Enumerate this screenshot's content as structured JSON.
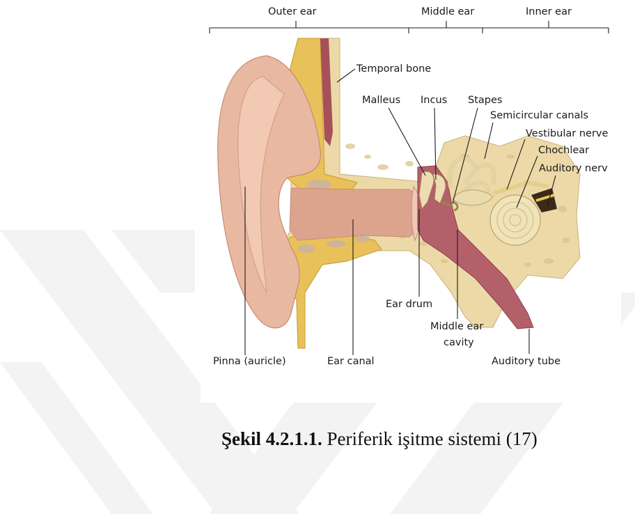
{
  "sections": {
    "outer_ear": "Outer ear",
    "middle_ear": "Middle ear",
    "inner_ear": "Inner ear"
  },
  "labels": {
    "temporal_bone": "Temporal bone",
    "malleus": "Malleus",
    "incus": "Incus",
    "stapes": "Stapes",
    "semicircular_canals": "Semicircular canals",
    "vestibular_nerve": "Vestibular nerve",
    "chochlear": "Chochlear",
    "auditory_nerv": "Auditory nerv",
    "pinna": "Pinna (auricle)",
    "ear_canal": "Ear canal",
    "ear_drum": "Ear drum",
    "middle_ear_cavity_line1": "Middle ear",
    "middle_ear_cavity_line2": "cavity",
    "auditory_tube": "Auditory tube"
  },
  "caption": {
    "number": "Şekil 4.2.1.1.",
    "text": " Periferik işitme sistemi (17)"
  },
  "colors": {
    "skin": "#e9b8a0",
    "bone": "#ecd9a7",
    "fat": "#e8c15a",
    "canal_red": "#a8505a",
    "cochlea": "#efe3b8",
    "watermark": "#f2f2f2"
  }
}
